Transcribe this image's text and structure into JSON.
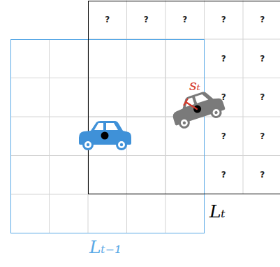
{
  "diagram": {
    "nodes": [
      {
        "text": [
          "Lₜ₋₁"
        ]
      },
      {
        "text": [
          "Lₜ"
        ]
      }
    ],
    "labels": [
      "?",
      "?",
      "?",
      "?",
      "?",
      "?",
      "?",
      "?",
      "?",
      "?",
      "?",
      "?",
      "?",
      "sₜ"
    ]
  }
}
